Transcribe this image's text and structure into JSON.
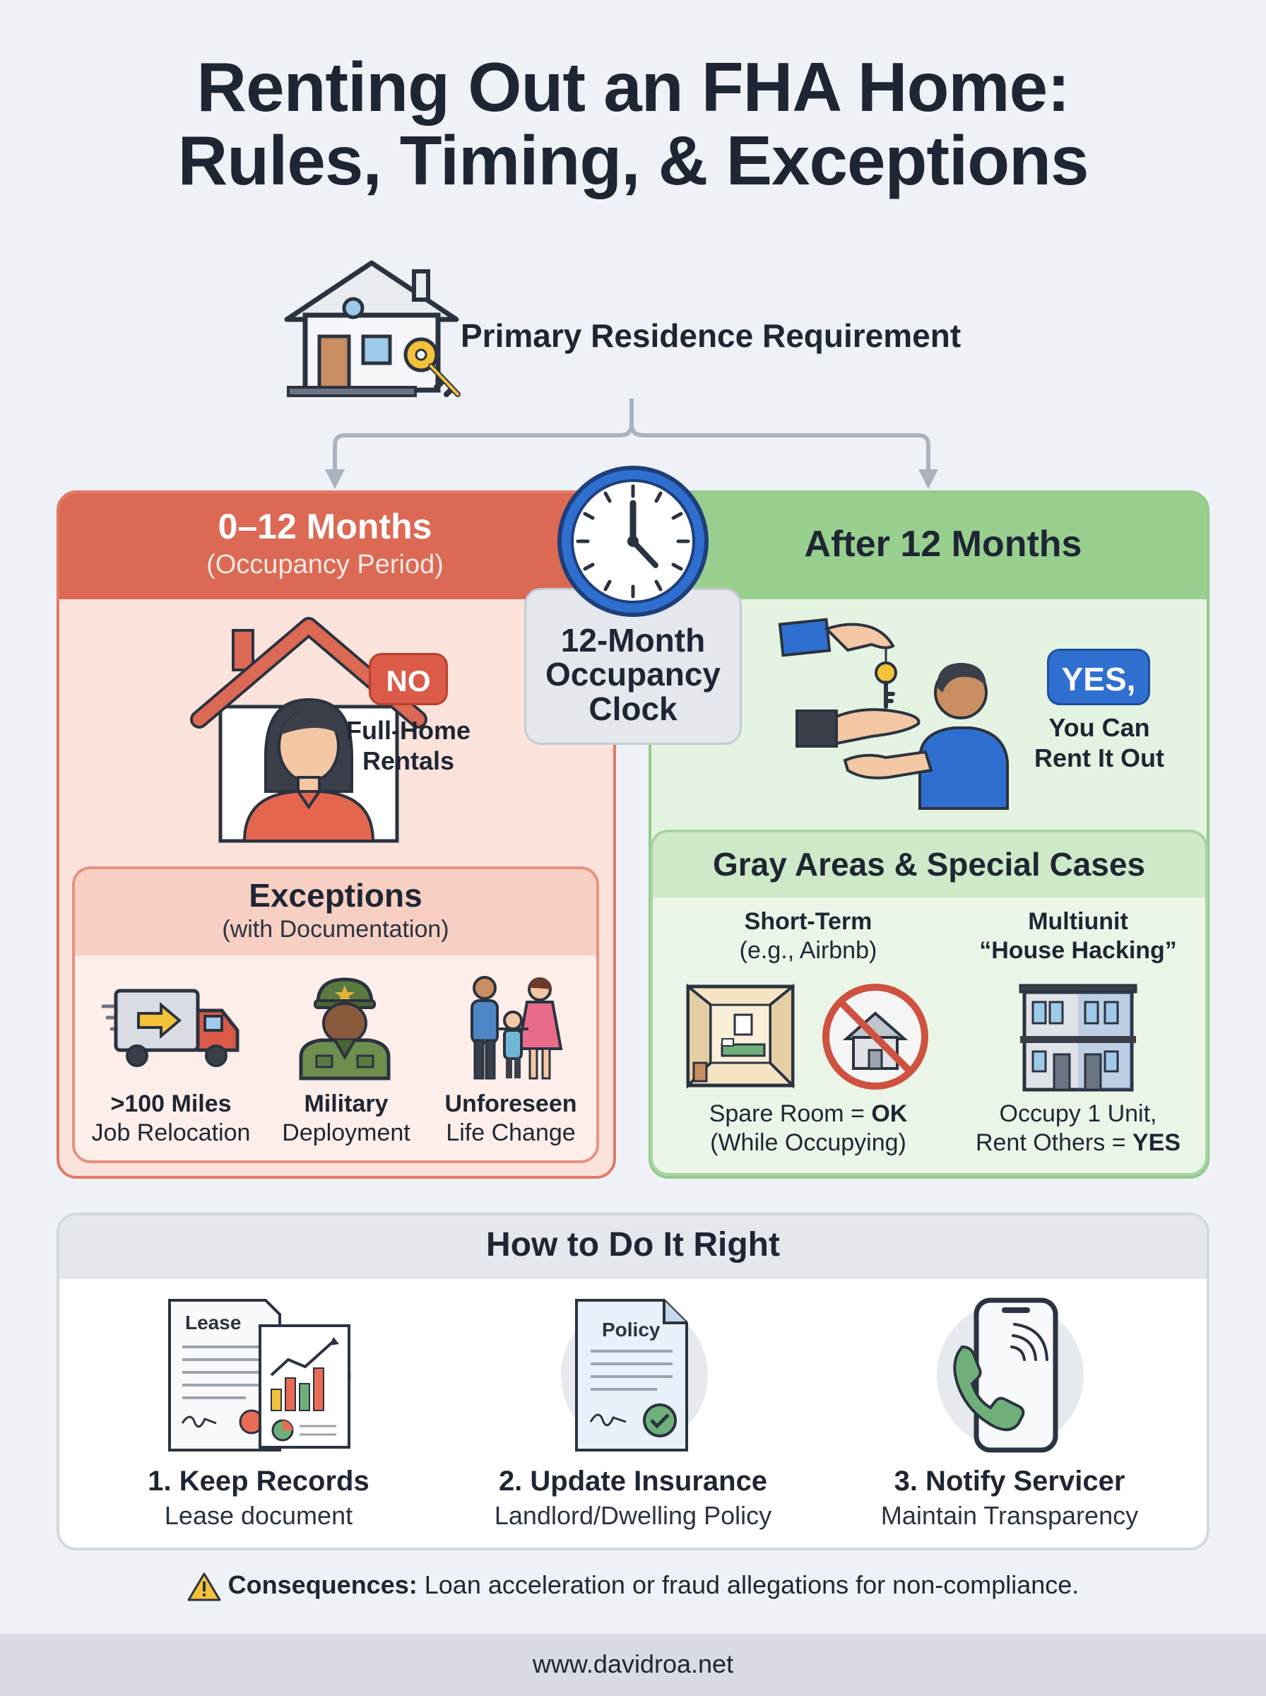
{
  "title": {
    "line1": "Renting Out an FHA Home:",
    "line2": "Rules, Timing, & Exceptions"
  },
  "requirement": {
    "label": "Primary Residence Requirement",
    "icon": "house-key-icon"
  },
  "left_panel": {
    "heading": "0–12 Months",
    "subheading": "(Occupancy Period)",
    "badge": "NO",
    "badge_caption_line1": "Full-Home",
    "badge_caption_line2": "Rentals",
    "exceptions": {
      "title": "Exceptions",
      "subtitle": "(with Documentation)",
      "items": [
        {
          "bold": ">100 Miles",
          "text": "Job Relocation",
          "icon": "moving-truck-icon"
        },
        {
          "bold": "Military",
          "text": "Deployment",
          "icon": "soldier-icon"
        },
        {
          "bold": "Unforeseen",
          "text": "Life Change",
          "icon": "family-icon"
        }
      ]
    }
  },
  "clock": {
    "line1": "12-Month",
    "line2": "Occupancy",
    "line3": "Clock",
    "icon": "clock-icon"
  },
  "right_panel": {
    "heading": "After 12 Months",
    "badge": "YES,",
    "badge_caption_line1": "You Can",
    "badge_caption_line2": "Rent It Out",
    "gray_areas": {
      "title": "Gray Areas & Special Cases",
      "short_term": {
        "title_line1": "Short-Term",
        "title_line2": "(e.g., Airbnb)",
        "caption_line1_prefix": "Spare Room = ",
        "caption_line1_bold": "OK",
        "caption_line2": "(While Occupying)"
      },
      "multiunit": {
        "title_line1": "Multiunit",
        "title_line2": "“House Hacking”",
        "caption_line1": "Occupy 1 Unit,",
        "caption_line2_prefix": "Rent Others = ",
        "caption_line2_bold": "YES"
      }
    }
  },
  "how_to": {
    "title": "How to Do It Right",
    "steps": [
      {
        "title": "1. Keep Records",
        "subtitle": "Lease document",
        "doc_label": "Lease",
        "icon": "lease-document-icon"
      },
      {
        "title": "2. Update Insurance",
        "subtitle": "Landlord/Dwelling Policy",
        "doc_label": "Policy",
        "icon": "policy-document-icon"
      },
      {
        "title": "3. Notify Servicer",
        "subtitle": "Maintain Transparency",
        "icon": "phone-call-icon"
      }
    ]
  },
  "consequences": {
    "label": "Consequences:",
    "text": " Loan acceleration or fraud allegations for non-compliance."
  },
  "footer": {
    "url": "www.davidroa.net"
  },
  "colors": {
    "red_header": "#dc6954",
    "green_header": "#98cf8f",
    "yes_blue": "#2f6fd0",
    "no_red": "#dc5a48"
  }
}
